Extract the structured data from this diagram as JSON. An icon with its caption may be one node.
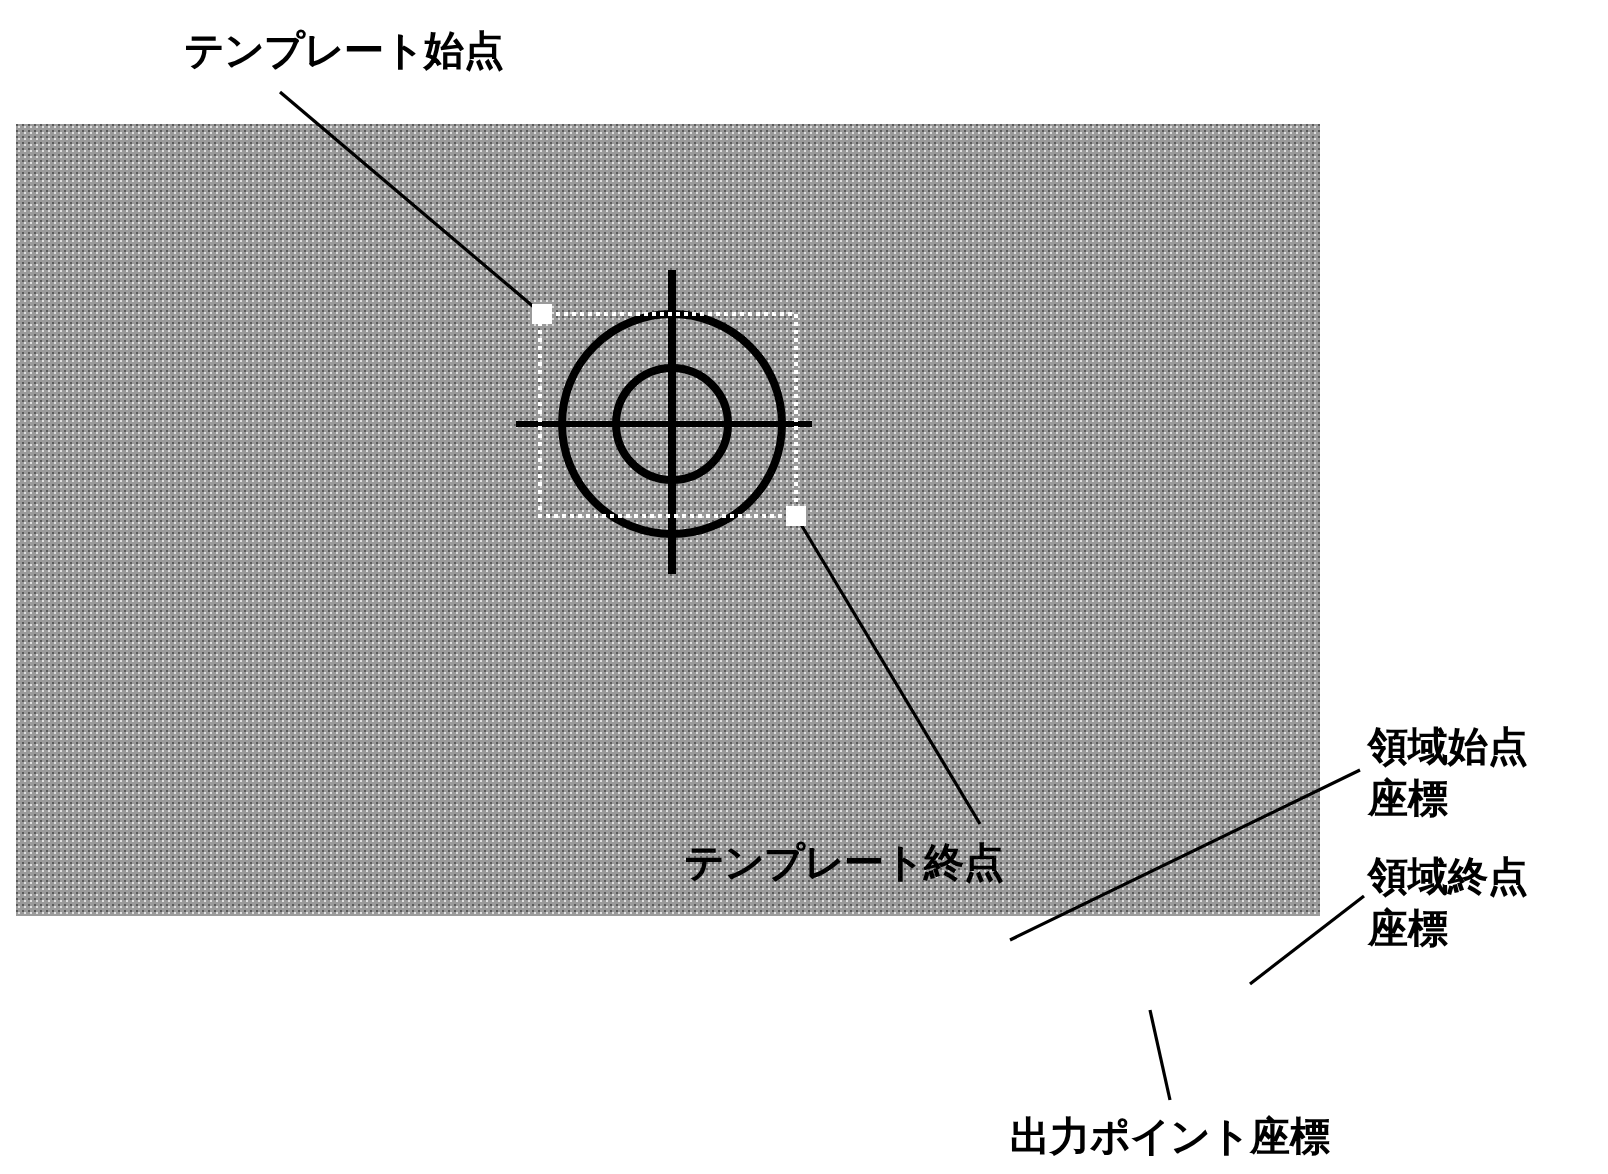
{
  "diagram": {
    "nodes": [
      {
        "text": [
          "テンプレート始点"
        ]
      },
      {
        "text": [],
        "shape": "box"
      },
      {
        "text": [
          "テンプレート終点"
        ]
      },
      {
        "text": [],
        "shape": "box"
      },
      {
        "text": [
          "領域始点座標"
        ]
      },
      {
        "text": [
          "領域終点座標"
        ]
      },
      {
        "text": [
          "出力ポイント座標"
        ]
      }
    ],
    "edges": [
      {
        "from": 0,
        "to": 1,
        "arrow": "none"
      },
      {
        "from": 2,
        "to": 3,
        "arrow": "none"
      },
      {
        "from": 4,
        "to": null,
        "arrow": "none"
      },
      {
        "from": 5,
        "to": null,
        "arrow": "none"
      },
      {
        "from": 6,
        "to": null,
        "arrow": "none"
      }
    ]
  }
}
